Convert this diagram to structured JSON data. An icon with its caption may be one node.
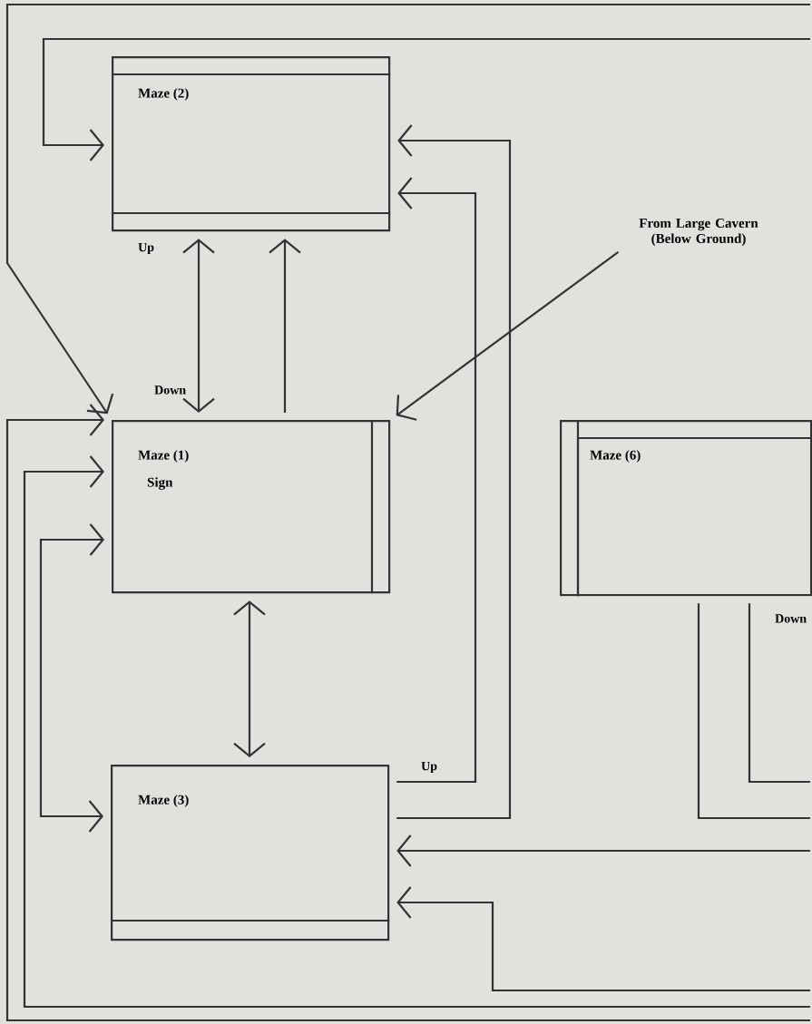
{
  "diagram": {
    "nodes": [
      {
        "text": [
          "Maze (2)"
        ]
      },
      {
        "text": [
          "Maze (1)",
          "Sign"
        ]
      },
      {
        "text": [
          "From Large Cavern (Below Ground)"
        ]
      },
      {
        "text": [
          "Maze (6)"
        ]
      },
      {
        "text": [
          "Maze (3)"
        ]
      }
    ],
    "edges": [
      {
        "from": 1,
        "to": 0,
        "arrow": "both"
      },
      {
        "from": 1,
        "to": 0,
        "arrow": "to"
      },
      {
        "from": null,
        "to": 1,
        "arrow": "to"
      },
      {
        "from": null,
        "to": 0,
        "arrow": "to"
      },
      {
        "from": 2,
        "to": 1,
        "arrow": "to"
      },
      {
        "from": 4,
        "to": 0,
        "arrow": "to",
        "label": "Up"
      },
      {
        "from": 4,
        "to": 0,
        "arrow": "to"
      },
      {
        "from": 3,
        "to": null,
        "arrow": "none"
      },
      {
        "from": 3,
        "to": null,
        "arrow": "none",
        "label": "Down"
      },
      {
        "from": null,
        "to": 4,
        "arrow": "to"
      },
      {
        "from": null,
        "to": 4,
        "arrow": "to"
      },
      {
        "from": null,
        "to": 1,
        "arrow": "to"
      },
      {
        "from": null,
        "to": 1,
        "arrow": "to"
      },
      {
        "from": 1,
        "to": 4,
        "arrow": "both"
      },
      {
        "from": 1,
        "to": 4,
        "arrow": "both"
      }
    ],
    "labels": [
      "Up",
      "Down"
    ]
  }
}
